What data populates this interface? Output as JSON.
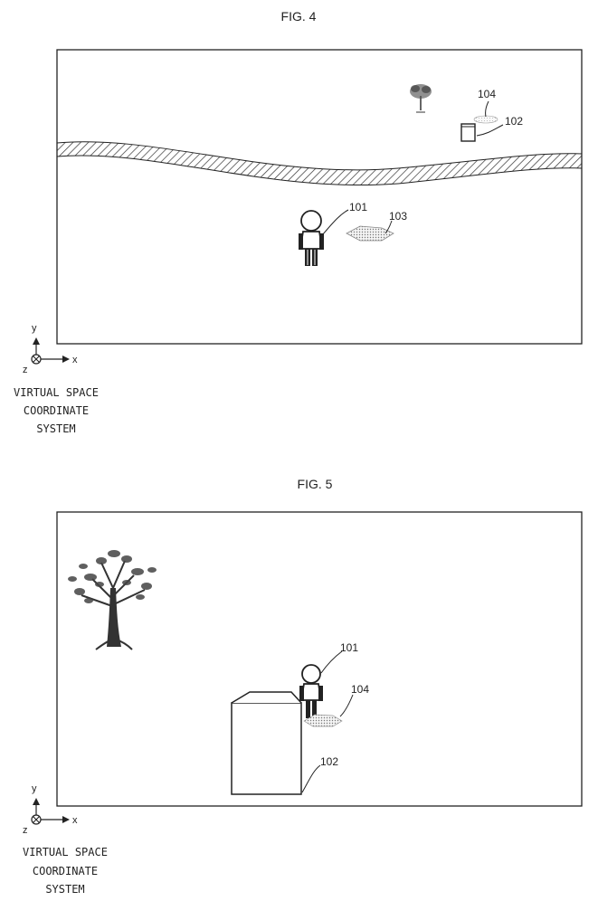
{
  "fig4": {
    "title": "FIG. 4",
    "refs": {
      "r101": "101",
      "r102": "102",
      "r103": "103",
      "r104": "104"
    }
  },
  "fig5": {
    "title": "FIG. 5",
    "refs": {
      "r101": "101",
      "r102": "102",
      "r104": "104"
    }
  },
  "axes": {
    "x": "x",
    "y": "y",
    "z": "z"
  },
  "caption": {
    "line1": "VIRTUAL SPACE",
    "line2": "COORDINATE",
    "line3": "SYSTEM"
  }
}
